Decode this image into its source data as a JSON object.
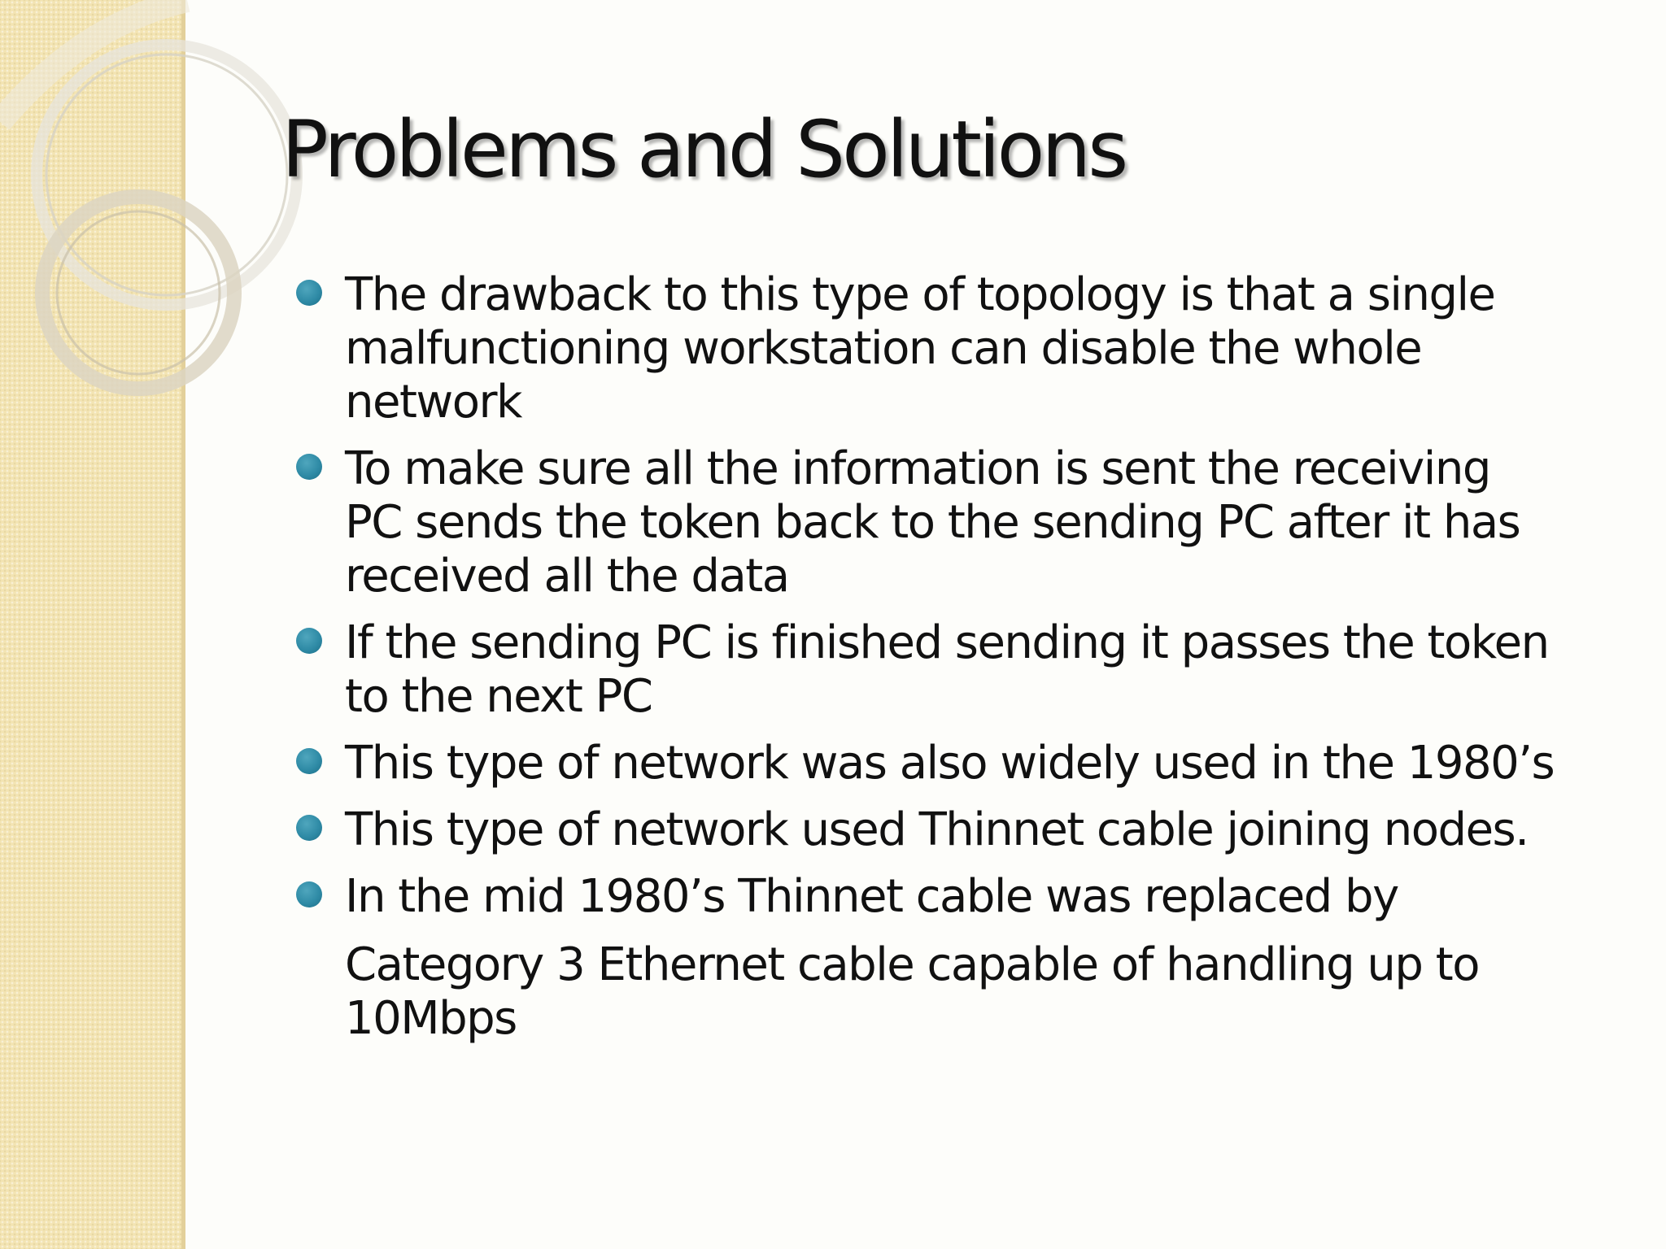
{
  "slide": {
    "title": "Problems and Solutions",
    "bullets": [
      {
        "lines": [
          "The drawback to this type of topology is that a single",
          "malfunctioning workstation can disable the whole",
          "network"
        ]
      },
      {
        "lines": [
          "To make sure all the information is sent the receiving",
          "PC sends the token back to the sending PC after it has",
          "received all the data"
        ]
      },
      {
        "lines": [
          "If the sending PC is finished sending it passes the token",
          "to the next PC"
        ]
      },
      {
        "lines": [
          "This type of network was also widely used in the 1980’s"
        ]
      },
      {
        "lines": [
          "This type of network used Thinnet cable joining nodes."
        ]
      },
      {
        "lines": [
          "In the mid 1980’s Thinnet cable was replaced by",
          "Category 3 Ethernet cable capable of handling up to",
          "10Mbps"
        ]
      }
    ]
  },
  "theme": {
    "band_color": "#f3e4b3",
    "bullet_color": "#2f8ba6",
    "text_color": "#111111"
  }
}
